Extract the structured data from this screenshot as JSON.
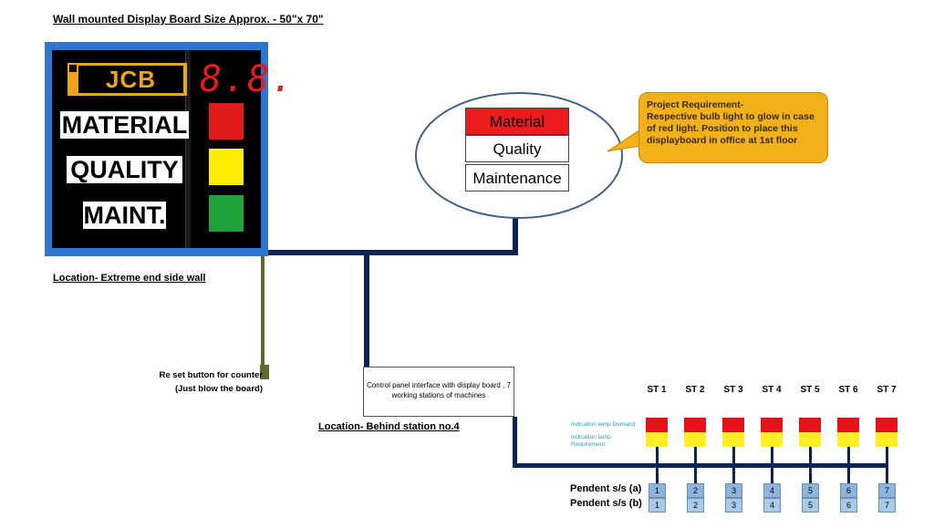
{
  "title": "Wall mounted Display Board Size Approx. - 50\"x 70\"",
  "board": {
    "logo": "JCB",
    "counter": "8.8.",
    "labels": [
      "MATERIAL",
      "QUALITY",
      "MAINT."
    ],
    "lamp_colors": [
      "#e01b1b",
      "#ffee00",
      "#1ea33a"
    ]
  },
  "board_location": "Location- Extreme end side wall",
  "legend": {
    "rows": [
      {
        "label": "Material",
        "bg": "#ee1c1c"
      },
      {
        "label": "Quality",
        "bg": "#ffffff"
      },
      {
        "label": "Maintenance",
        "bg": "#ffffff"
      }
    ]
  },
  "callout": {
    "heading": "Project Requirement-",
    "body": "Respective bulb light to glow in case of red light. Position to place this displayboard in office at 1st floor"
  },
  "reset": {
    "line1": "Re set button for counter",
    "line2": "(Just blow the board)"
  },
  "control_panel": {
    "text": "Control panel interface with display board , 7 working stations of machines",
    "location": "Location- Behind station no.4"
  },
  "stations": [
    "ST 1",
    "ST 2",
    "ST 3",
    "ST 4",
    "ST 5",
    "ST 6",
    "ST 7"
  ],
  "indication": {
    "demand": "Indication lamp Demand",
    "requirement": "Indication lamp Requirement"
  },
  "pendent": {
    "a_label": "Pendent s/s (a)",
    "b_label": "Pendent s/s (b)",
    "a_values": [
      "1",
      "2",
      "3",
      "4",
      "5",
      "6",
      "7"
    ],
    "b_values": [
      "1",
      "2",
      "3",
      "4",
      "5",
      "6",
      "7"
    ]
  },
  "colors": {
    "wire": "#0b2454",
    "lamp_red": "#e8111a",
    "lamp_yellow": "#ffee22",
    "board_frame": "#2e75d1"
  }
}
